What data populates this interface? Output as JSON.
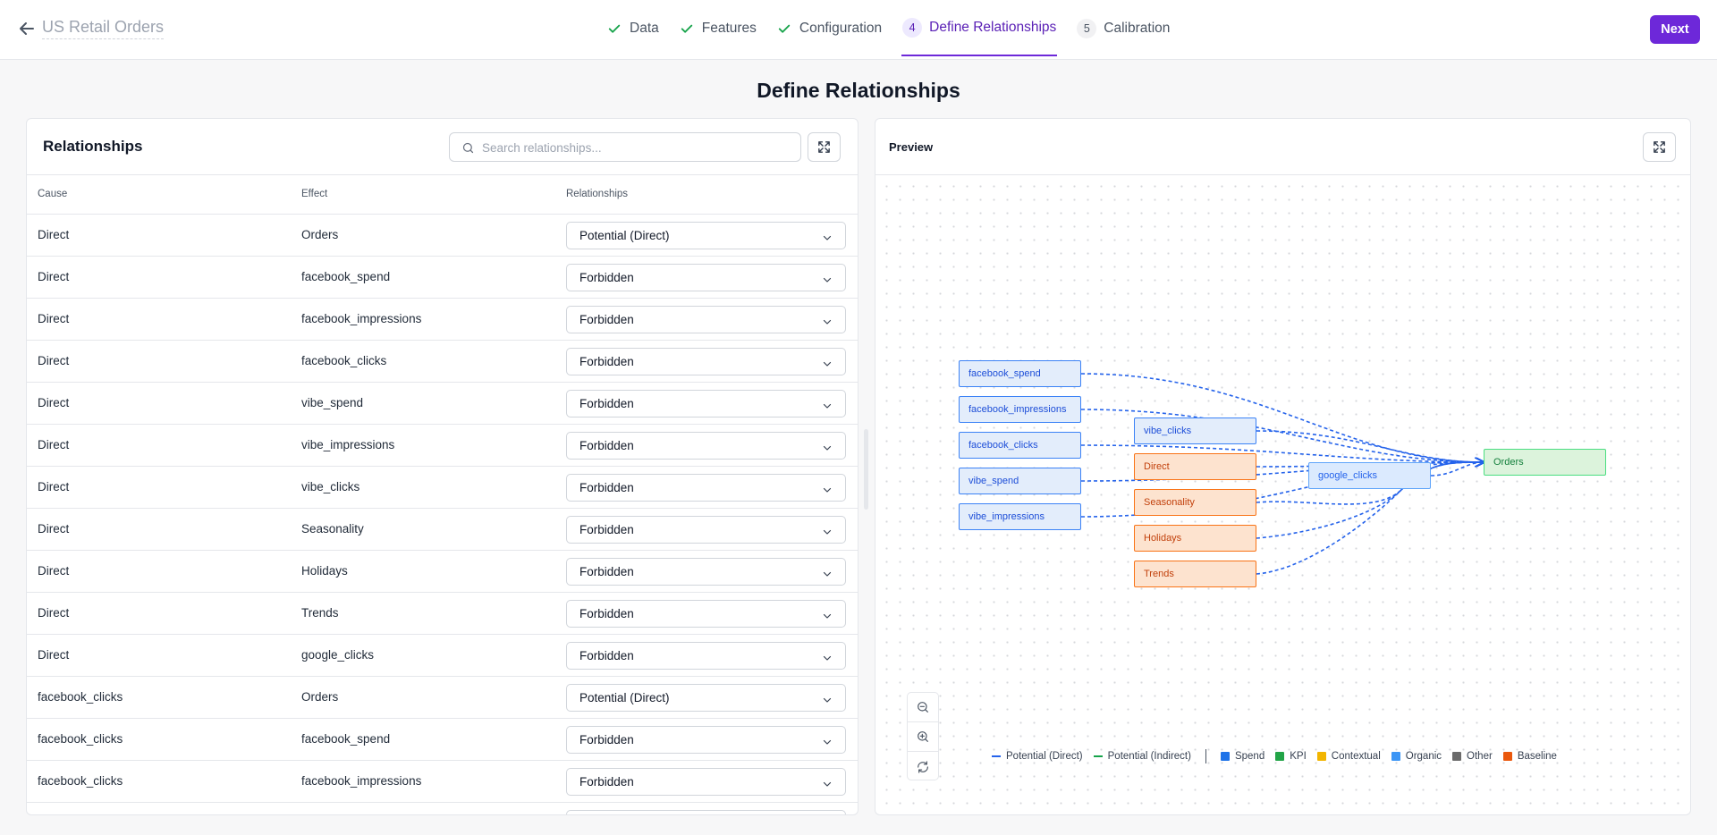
{
  "header": {
    "project_name": "US Retail Orders",
    "steps": [
      {
        "label": "Data",
        "state": "done"
      },
      {
        "label": "Features",
        "state": "done"
      },
      {
        "label": "Configuration",
        "state": "done"
      },
      {
        "label": "Define Relationships",
        "state": "active",
        "number": "4"
      },
      {
        "label": "Calibration",
        "state": "pending",
        "number": "5"
      }
    ],
    "next_label": "Next"
  },
  "page_title": "Define Relationships",
  "relationships_panel": {
    "title": "Relationships",
    "search_placeholder": "Search relationships...",
    "columns": {
      "cause": "Cause",
      "effect": "Effect",
      "relationships": "Relationships"
    },
    "rows": [
      {
        "cause": "Direct",
        "effect": "Orders",
        "relationship": "Potential (Direct)"
      },
      {
        "cause": "Direct",
        "effect": "facebook_spend",
        "relationship": "Forbidden"
      },
      {
        "cause": "Direct",
        "effect": "facebook_impressions",
        "relationship": "Forbidden"
      },
      {
        "cause": "Direct",
        "effect": "facebook_clicks",
        "relationship": "Forbidden"
      },
      {
        "cause": "Direct",
        "effect": "vibe_spend",
        "relationship": "Forbidden"
      },
      {
        "cause": "Direct",
        "effect": "vibe_impressions",
        "relationship": "Forbidden"
      },
      {
        "cause": "Direct",
        "effect": "vibe_clicks",
        "relationship": "Forbidden"
      },
      {
        "cause": "Direct",
        "effect": "Seasonality",
        "relationship": "Forbidden"
      },
      {
        "cause": "Direct",
        "effect": "Holidays",
        "relationship": "Forbidden"
      },
      {
        "cause": "Direct",
        "effect": "Trends",
        "relationship": "Forbidden"
      },
      {
        "cause": "Direct",
        "effect": "google_clicks",
        "relationship": "Forbidden"
      },
      {
        "cause": "facebook_clicks",
        "effect": "Orders",
        "relationship": "Potential (Direct)"
      },
      {
        "cause": "facebook_clicks",
        "effect": "facebook_spend",
        "relationship": "Forbidden"
      },
      {
        "cause": "facebook_clicks",
        "effect": "facebook_impressions",
        "relationship": "Forbidden"
      }
    ]
  },
  "preview_panel": {
    "title": "Preview",
    "nodes": [
      {
        "id": "facebook_spend",
        "label": "facebook_spend",
        "category": "spend"
      },
      {
        "id": "facebook_impressions",
        "label": "facebook_impressions",
        "category": "spend"
      },
      {
        "id": "facebook_clicks",
        "label": "facebook_clicks",
        "category": "spend"
      },
      {
        "id": "vibe_spend",
        "label": "vibe_spend",
        "category": "spend"
      },
      {
        "id": "vibe_impressions",
        "label": "vibe_impressions",
        "category": "spend"
      },
      {
        "id": "vibe_clicks",
        "label": "vibe_clicks",
        "category": "spend"
      },
      {
        "id": "Direct",
        "label": "Direct",
        "category": "baseline"
      },
      {
        "id": "Seasonality",
        "label": "Seasonality",
        "category": "baseline"
      },
      {
        "id": "Holidays",
        "label": "Holidays",
        "category": "baseline"
      },
      {
        "id": "Trends",
        "label": "Trends",
        "category": "baseline"
      },
      {
        "id": "google_clicks",
        "label": "google_clicks",
        "category": "organic"
      },
      {
        "id": "Orders",
        "label": "Orders",
        "category": "kpi"
      }
    ],
    "legend": {
      "edges": [
        {
          "label": "Potential (Direct)",
          "color": "#2563eb"
        },
        {
          "label": "Potential (Indirect)",
          "color": "#16a34a"
        }
      ],
      "categories": [
        {
          "label": "Spend",
          "color": "#1d72e8"
        },
        {
          "label": "KPI",
          "color": "#22a447"
        },
        {
          "label": "Contextual",
          "color": "#f2b500"
        },
        {
          "label": "Organic",
          "color": "#3b95f5"
        },
        {
          "label": "Other",
          "color": "#6b6b6b"
        },
        {
          "label": "Baseline",
          "color": "#ea580c"
        }
      ]
    }
  }
}
